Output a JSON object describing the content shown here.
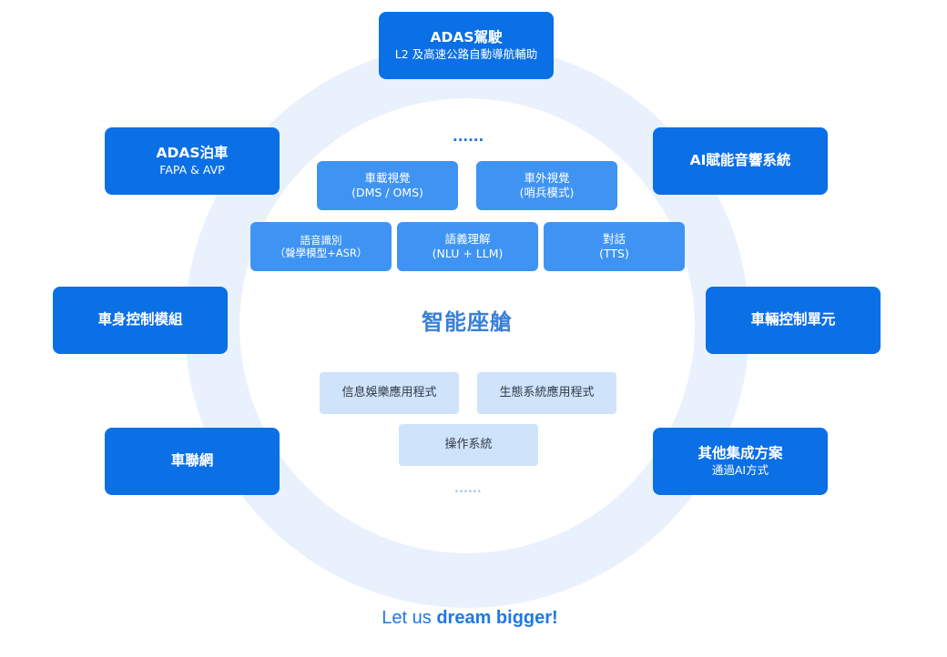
{
  "colors": {
    "outer_box": "#0b6fe6",
    "mid_box": "#3f94f3",
    "light_box": "#cfe3fb",
    "ring": "#e8f1fc",
    "center_title": "#3a7fd8",
    "tagline": "#1e78e8"
  },
  "outer": {
    "adas_drive": {
      "title": "ADAS駕駛",
      "subtitle": "L2 及高速公路自動導航輔助"
    },
    "adas_park": {
      "title": "ADAS泊車",
      "subtitle": "FAPA & AVP"
    },
    "ai_audio": {
      "title": "AI賦能音響系統"
    },
    "body_control": {
      "title": "車身控制模組"
    },
    "vehicle_control": {
      "title": "車輛控制單元"
    },
    "iov": {
      "title": "車聯網"
    },
    "other": {
      "title": "其他集成方案",
      "subtitle": "通過AI方式"
    }
  },
  "capabilities": {
    "in_vision": {
      "title": "車載視覺",
      "subtitle": "(DMS / OMS)"
    },
    "out_vision": {
      "title": "車外視覺",
      "subtitle": "(哨兵模式)"
    },
    "asr": {
      "title": "語音識別",
      "subtitle": "（聲學模型+ASR）"
    },
    "nlu": {
      "title": "語義理解",
      "subtitle": "(NLU + LLM)"
    },
    "dialog": {
      "title": "對話",
      "subtitle": "(TTS)"
    }
  },
  "center_title": "智能座艙",
  "software": {
    "infotainment": "信息娛樂應用程式",
    "ecosystem": "生態系統應用程式",
    "os": "操作系統"
  },
  "ellipsis_top": "......",
  "ellipsis_bottom": "......",
  "tagline": {
    "prefix": "Let us ",
    "bold": "dream bigger!"
  }
}
